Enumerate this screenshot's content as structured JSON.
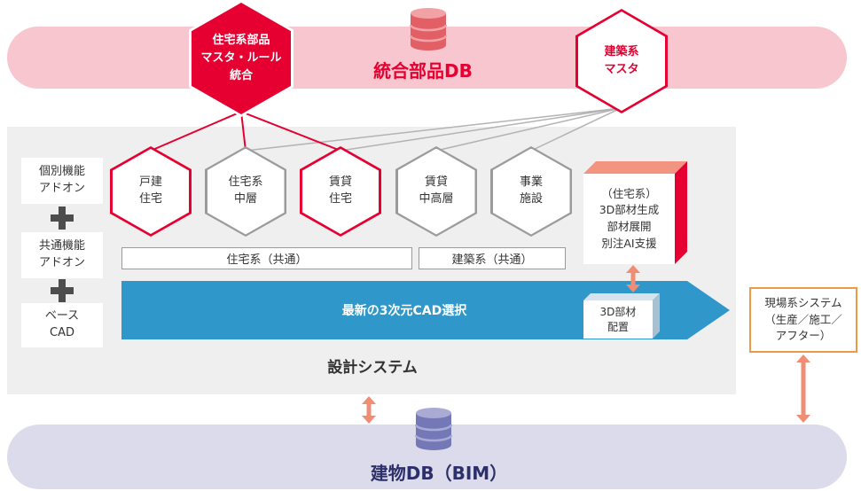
{
  "colors": {
    "accent_red": "#e50031",
    "band_pink": "#f7c6cf",
    "band_lavender": "#dcdbeb",
    "blue_arrow": "#2f97c9",
    "salmon_arrow": "#ef8d75",
    "orange_border": "#f0984a",
    "design_box_gray": "#efefef",
    "hex_gray_border": "#9b9b9b",
    "db_red": "#e25f66",
    "db_purple": "#7478b6",
    "navy_text": "#2d2f6b",
    "dark_text": "#333333"
  },
  "top_band": {
    "title": "統合部品DB"
  },
  "masters": {
    "housing": "住宅系部品\nマスタ・ルール\n統合",
    "building": "建築系\nマスタ"
  },
  "design_system": {
    "title": "設計システム",
    "stack": {
      "addon_individual": "個別機能\nアドオン",
      "addon_common": "共通機能\nアドオン",
      "base_cad": "ベース\nCAD"
    },
    "hexagons": [
      {
        "label": "戸建\n住宅"
      },
      {
        "label": "住宅系\n中層"
      },
      {
        "label": "賃貸\n住宅"
      },
      {
        "label": "賃貸\n中高層"
      },
      {
        "label": "事業\n施設"
      }
    ],
    "common_bars": [
      {
        "label": "住宅系（共通）"
      },
      {
        "label": "建築系（共通）"
      }
    ],
    "cad_arrow": "最新の3次元CAD選択",
    "placement_box": "3D部材\n配置",
    "ai_box": "（住宅系）\n3D部材生成\n部材展開\n別注AI支援"
  },
  "field_system": "現場系システム\n（生産／施工／\nアフター）",
  "bottom_band": {
    "title": "建物DB（BIM）"
  }
}
